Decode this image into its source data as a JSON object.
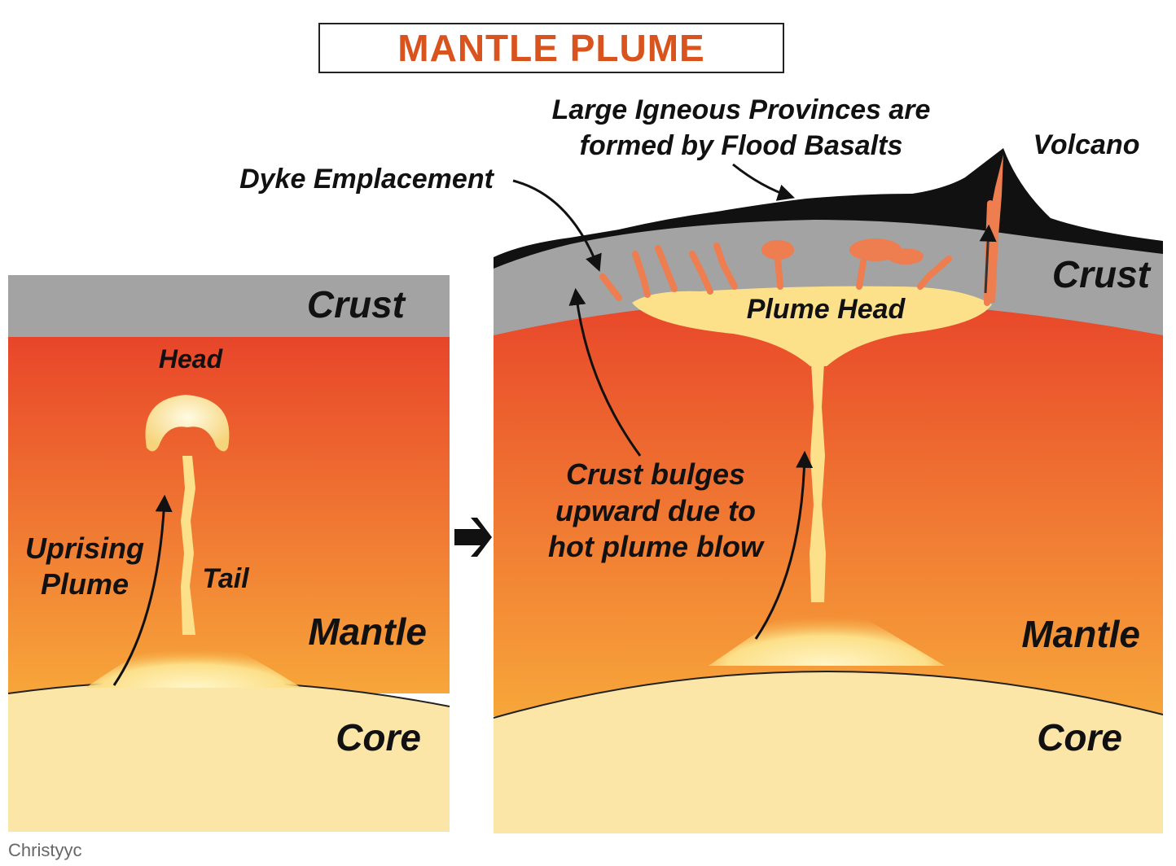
{
  "title": "MANTLE PLUME",
  "credit": "Christyyc",
  "colors": {
    "title": "#d9531e",
    "crust": "#a3a3a3",
    "mantle_top": "#e8452a",
    "mantle_bottom": "#f7a63a",
    "core": "#fbe6a8",
    "plume": "#fce08a",
    "dyke": "#ee7d4f",
    "basalt": "#111111"
  },
  "left_panel": {
    "crust": "Crust",
    "head": "Head",
    "tail": "Tail",
    "uprising_line1": "Uprising",
    "uprising_line2": "Plume",
    "mantle": "Mantle",
    "core": "Core"
  },
  "right_panel": {
    "lip_line1": "Large Igneous Provinces are",
    "lip_line2": "formed by Flood Basalts",
    "volcano": "Volcano",
    "dyke": "Dyke Emplacement",
    "crust": "Crust",
    "plume_head": "Plume Head",
    "bulge_line1": "Crust bulges",
    "bulge_line2": "upward due to",
    "bulge_line3": "hot plume blow",
    "mantle": "Mantle",
    "core": "Core"
  },
  "icons": {
    "transition": "arrow-right-icon"
  }
}
